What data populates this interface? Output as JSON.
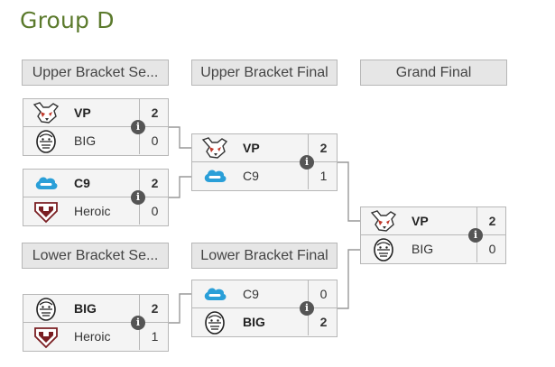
{
  "group_title": "Group D",
  "headers": {
    "upper_semis": "Upper Bracket Se...",
    "upper_final": "Upper Bracket Final",
    "grand_final": "Grand Final",
    "lower_semis": "Lower Bracket Se...",
    "lower_final": "Lower Bracket Final"
  },
  "colors": {
    "title": "#5b7a2c",
    "connector": "#999999",
    "header_bg": "#e6e6e6",
    "cell_bg": "#f4f4f4"
  },
  "matches": {
    "ub_semi_1": {
      "team1": "VP",
      "score1": "2",
      "team2": "BIG",
      "score2": "0"
    },
    "ub_semi_2": {
      "team1": "C9",
      "score1": "2",
      "team2": "Heroic",
      "score2": "0"
    },
    "ub_final": {
      "team1": "VP",
      "score1": "2",
      "team2": "C9",
      "score2": "1"
    },
    "grand_final": {
      "team1": "VP",
      "score1": "2",
      "team2": "BIG",
      "score2": "0"
    },
    "lb_semi": {
      "team1": "BIG",
      "score1": "2",
      "team2": "Heroic",
      "score2": "1"
    },
    "lb_final": {
      "team1": "C9",
      "score1": "0",
      "team2": "BIG",
      "score2": "2"
    }
  },
  "icons": {
    "vp": "fox-logo-icon",
    "big": "big-lion-logo-icon",
    "c9": "cloud-logo-icon",
    "heroic": "heroic-shield-logo-icon",
    "info": "info-icon"
  },
  "info_symbol": "i"
}
